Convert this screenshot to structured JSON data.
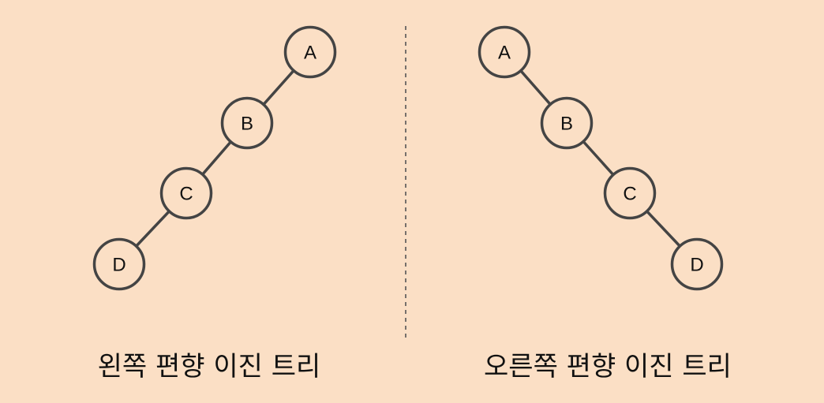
{
  "left_tree": {
    "caption": "왼쪽 편향 이진 트리",
    "nodes": [
      "A",
      "B",
      "C",
      "D"
    ]
  },
  "right_tree": {
    "caption": "오른쪽 편향 이진 트리",
    "nodes": [
      "A",
      "B",
      "C",
      "D"
    ]
  }
}
